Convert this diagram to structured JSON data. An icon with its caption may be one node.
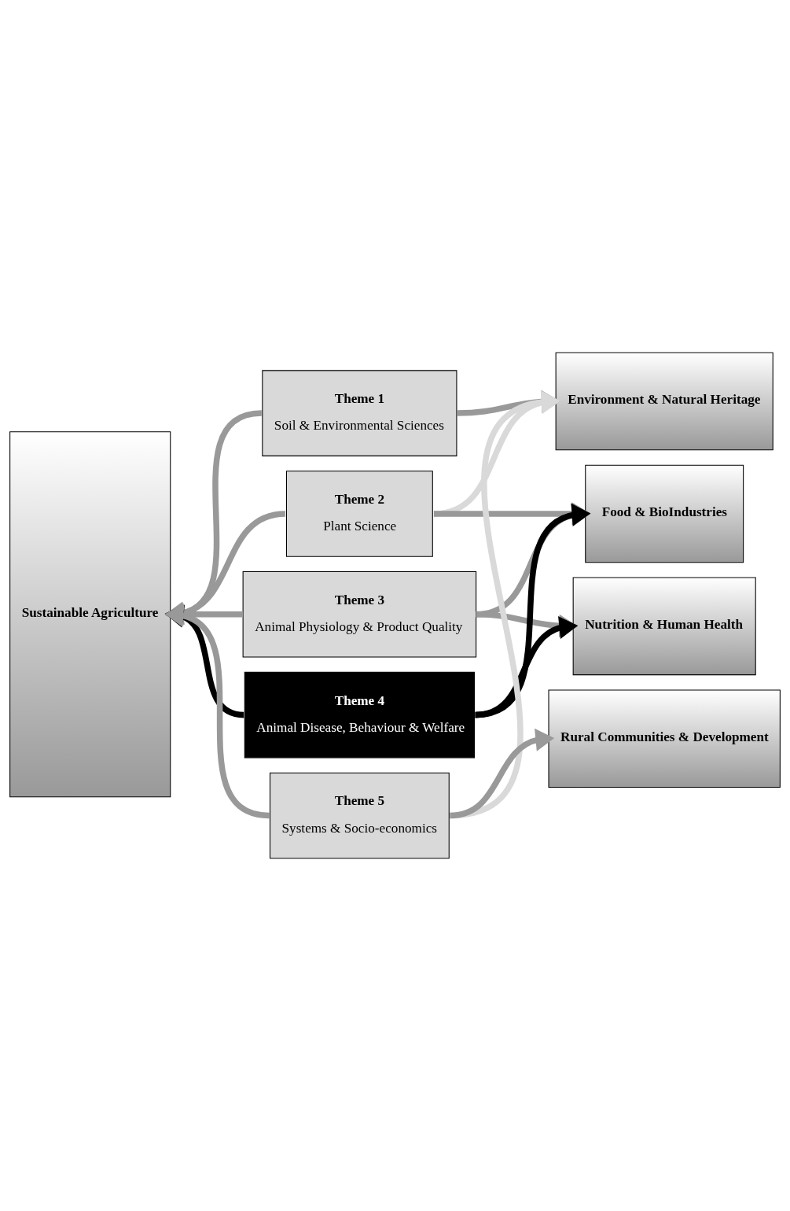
{
  "diagram": {
    "nodes": [
      {
        "text": [
          "Sustainable Agriculture"
        ]
      },
      {
        "text": [
          "Theme 1",
          "Soil & Environmental Sciences"
        ]
      },
      {
        "text": [
          "Theme 2",
          "Plant Science"
        ]
      },
      {
        "text": [
          "Theme 3",
          "Animal Physiology & Product Quality"
        ]
      },
      {
        "text": [
          "Theme 4",
          "Animal Disease, Behaviour & Welfare"
        ]
      },
      {
        "text": [
          "Theme 5",
          "Systems & Socio-economics"
        ]
      },
      {
        "text": [
          "Environment & Natural Heritage"
        ]
      },
      {
        "text": [
          "Food & BioIndustries"
        ]
      },
      {
        "text": [
          "Nutrition & Human Health"
        ]
      },
      {
        "text": [
          "Rural Communities & Development"
        ]
      }
    ],
    "edges": [
      {
        "from": 1,
        "to": 0,
        "arrow": "to"
      },
      {
        "from": 1,
        "to": 6,
        "arrow": "to"
      },
      {
        "from": 2,
        "to": 0,
        "arrow": "to"
      },
      {
        "from": 2,
        "to": 6,
        "arrow": "to",
        "color": "#d9d9d9"
      },
      {
        "from": 2,
        "to": 7,
        "arrow": "to"
      },
      {
        "from": 3,
        "to": 0,
        "arrow": "to"
      },
      {
        "from": 3,
        "to": 7,
        "arrow": "to"
      },
      {
        "from": 3,
        "to": 8,
        "arrow": "to"
      },
      {
        "from": 4,
        "to": 0,
        "arrow": "to",
        "color": "#000000"
      },
      {
        "from": 4,
        "to": 7,
        "arrow": "to",
        "color": "#000000"
      },
      {
        "from": 4,
        "to": 8,
        "arrow": "to",
        "color": "#000000"
      },
      {
        "from": 5,
        "to": 0,
        "arrow": "to"
      },
      {
        "from": 5,
        "to": 6,
        "arrow": "to",
        "color": "#d9d9d9"
      },
      {
        "from": 5,
        "to": 9,
        "arrow": "to"
      }
    ]
  }
}
